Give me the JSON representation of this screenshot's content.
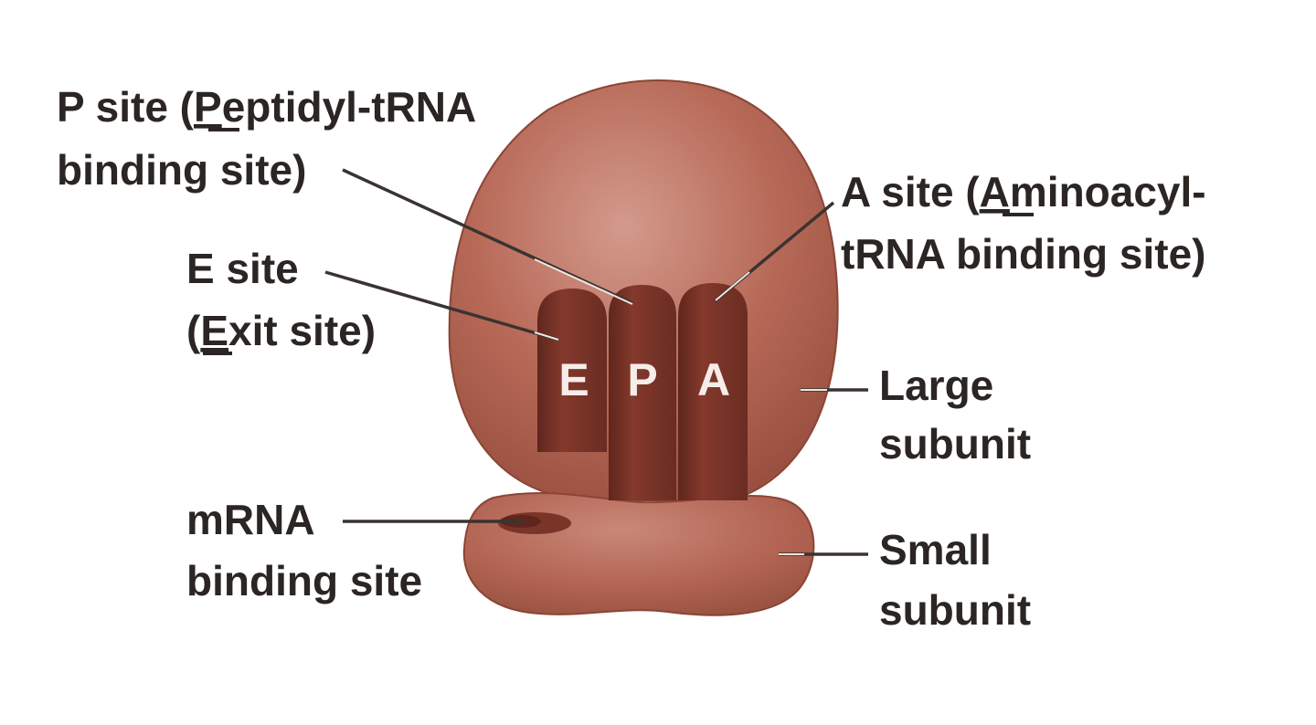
{
  "labels": {
    "p_site": {
      "line1_pre": "P site (",
      "line1_u": "P",
      "line1_post": "eptidyl-tRNA",
      "line2": "binding site)"
    },
    "a_site": {
      "line1_pre": "A site (",
      "line1_u": "A",
      "line1_post": "minoacyl-",
      "line2": "tRNA binding site)"
    },
    "e_site": {
      "line1": "E site",
      "line2_pre": "(",
      "line2_u": "E",
      "line2_post": "xit site)"
    },
    "large_subunit": {
      "line1": "Large",
      "line2": "subunit"
    },
    "mrna_site": {
      "line1": "mRNA",
      "line2": "binding site"
    },
    "small_subunit": {
      "line1": "Small",
      "line2": "subunit"
    }
  },
  "pockets": {
    "e": "E",
    "p": "P",
    "a": "A"
  },
  "colors": {
    "ribosome_body": "#b26352",
    "ribosome_highlight": "#cf9486",
    "ribosome_edge": "#8a4536",
    "pocket": "#7a3529",
    "pocket_dark": "#5e261d",
    "text": "#2b2523"
  }
}
